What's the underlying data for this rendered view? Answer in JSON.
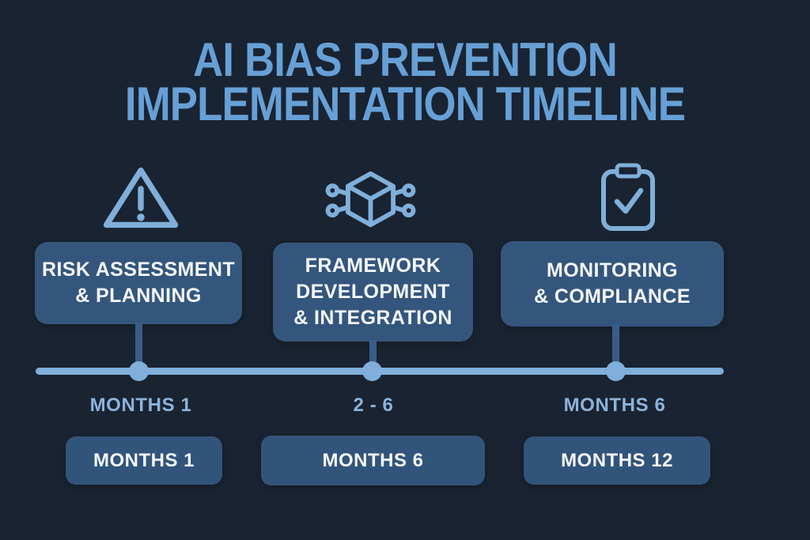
{
  "title": {
    "line1": "AI BIAS PREVENTION",
    "line2": "IMPLEMENTATION TIMELINE"
  },
  "stages": [
    {
      "id": "risk-assessment-planning",
      "icon": "warning-triangle-icon",
      "card_lines": [
        "RISK ASSESSMENT",
        "& PLANNING"
      ],
      "axis_label": "MONTHS 1",
      "pill_label": "MONTHS 1"
    },
    {
      "id": "framework-development-integration",
      "icon": "cube-network-icon",
      "card_lines": [
        "FRAMEWORK",
        "DEVELOPMENT",
        "& INTEGRATION"
      ],
      "axis_label": "2 - 6",
      "pill_label": "MONTHS 6"
    },
    {
      "id": "monitoring-compliance",
      "icon": "clipboard-check-icon",
      "card_lines": [
        "MONITORING",
        "& COMPLIANCE"
      ],
      "axis_label": "MONTHS 6",
      "pill_label": "MONTHS 12"
    }
  ],
  "colors": {
    "background": "#1a2331",
    "title_text": "#66a0d6",
    "card_fill": "#34567d",
    "card_text": "#f4f7fa",
    "timeline_accent": "#7fafda",
    "connector": "#3a5c8a",
    "axis_label_text": "#8cb4dc",
    "pill_fill": "#32547b"
  }
}
